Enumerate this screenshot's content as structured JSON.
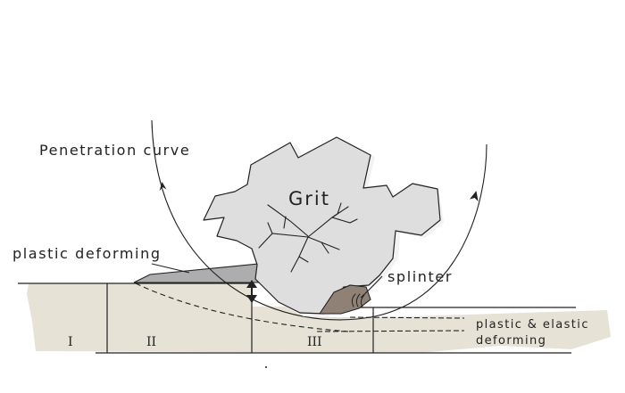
{
  "labels": {
    "penetration_curve": "Penetration curve",
    "grit": "Grit",
    "plastic_deforming": "plastic deforming",
    "splinter": "splinter",
    "plastic_elastic_line1": "plastic & elastic",
    "plastic_elastic_line2": "deforming"
  },
  "zones": {
    "zone_1": "I",
    "zone_2": "II",
    "zone_3": "III"
  },
  "colors": {
    "line": "#222222",
    "material": "#e7e2d6",
    "grit_fill": "#dedede",
    "grit_highlight": "#f4f4f4",
    "deformed_bulge": "#adadad",
    "splinter": "#8f8175"
  }
}
